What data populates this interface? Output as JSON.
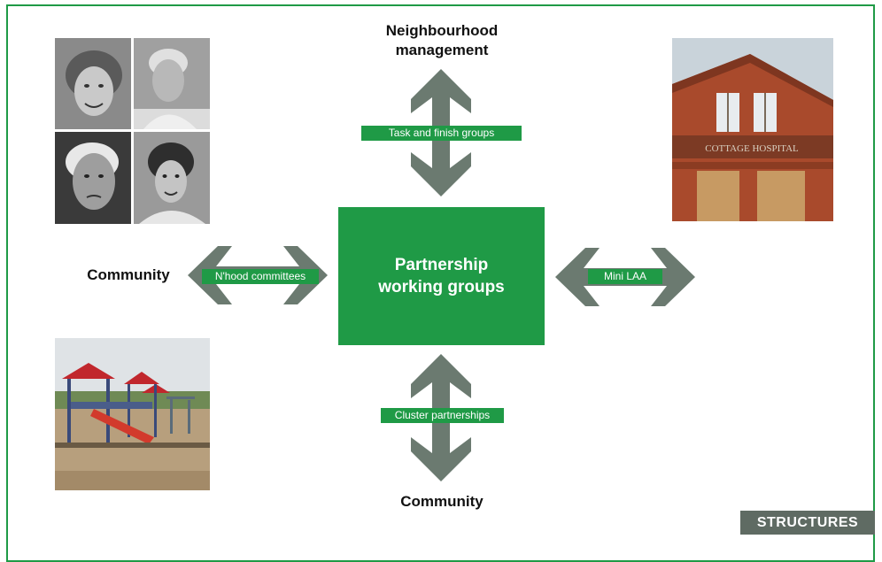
{
  "labels": {
    "top": [
      "Neighbourhood",
      "management"
    ],
    "left": "Community",
    "bottom": "Community"
  },
  "center": [
    "Partnership",
    "working groups"
  ],
  "tags": {
    "top": "Task and finish groups",
    "left": "N'hood committees",
    "right": "Mini LAA",
    "bottom": "Cluster partnerships"
  },
  "hospital_sign": "COTTAGE HOSPITAL",
  "section_badge": "STRUCTURES",
  "colors": {
    "accent_green": "#1f9a46",
    "arrow_gray": "#6b7a70",
    "badge_gray": "#5f6b63"
  }
}
